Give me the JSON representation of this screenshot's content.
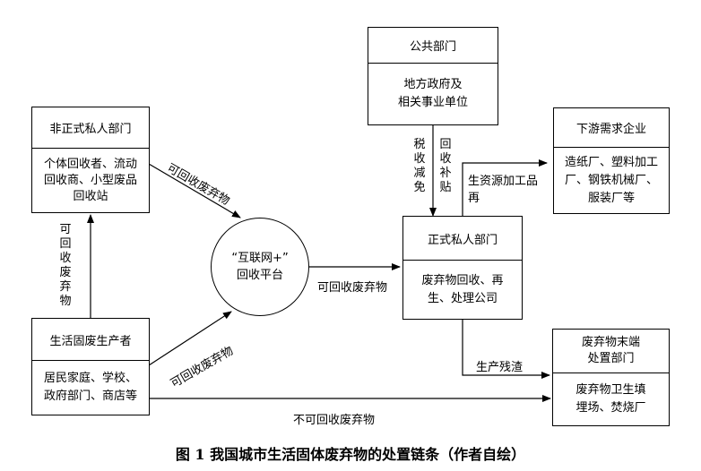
{
  "boxes": {
    "public": {
      "title": "公共部门",
      "body": [
        "地方政府及",
        "相关事业单位"
      ]
    },
    "informal": {
      "title": "非正式私人部门",
      "body": [
        "个体回收者、流动",
        "回收商、小型废品",
        "回收站"
      ]
    },
    "downstream": {
      "title": "下游需求企业",
      "body": [
        "造纸厂、塑料加工",
        "厂、钢铁机械厂、",
        "服装厂等"
      ]
    },
    "formal": {
      "title": "正式私人部门",
      "body": [
        "废弃物回收、再",
        "生、处理公司"
      ]
    },
    "producers": {
      "title": "生活固废生产者",
      "body": [
        "居民家庭、学校、",
        "政府部门、商店等"
      ]
    },
    "terminal": {
      "title": [
        "废弃物末端",
        "处置部门"
      ],
      "body": [
        "废弃物卫生填",
        "埋场、焚烧厂"
      ]
    }
  },
  "platform": {
    "line1": "“互联网+”",
    "line2": "回收平台"
  },
  "labels": {
    "informal_to_platform": "可回收废弃物",
    "producers_to_platform": "可回收废弃物",
    "platform_to_formal": "可回收废弃物",
    "producers_to_informal": "可回收废弃物",
    "tax": "税收减免",
    "subsidy": "回收补贴",
    "recycled_resources_1": "生资源加工品",
    "recycled_resources_2": "再",
    "residue": "生产残渣",
    "non_recyclable": "不可回收废弃物"
  },
  "caption": "图 1  我国城市生活固体废弃物的处置链条（作者自绘）"
}
